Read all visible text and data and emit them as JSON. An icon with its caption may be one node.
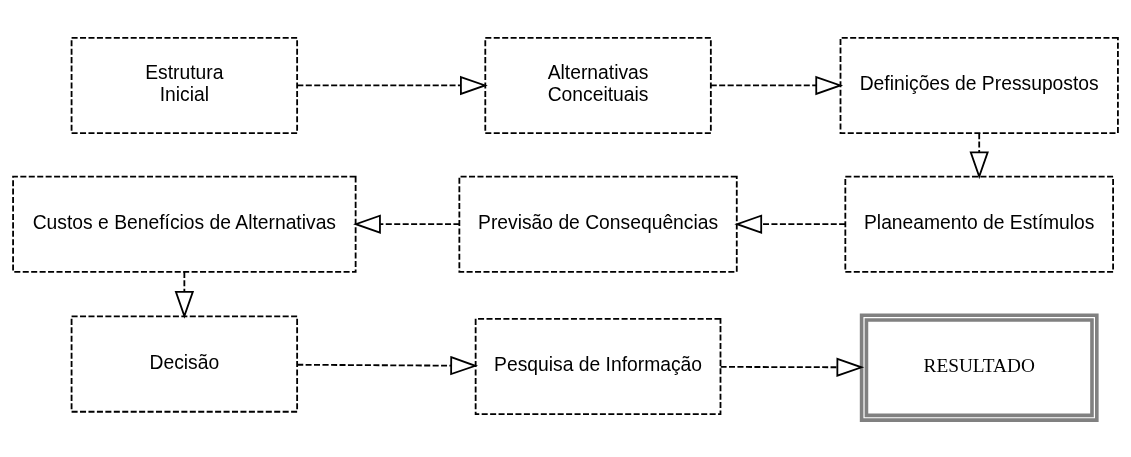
{
  "diagram": {
    "nodes": [
      {
        "text": [
          "Estrutura",
          "Inicial"
        ]
      },
      {
        "text": [
          "Alternativas",
          "Conceituais"
        ]
      },
      {
        "text": [
          "Definições de Pressupostos"
        ]
      },
      {
        "text": [
          "Custos e Benefícios de Alternativas"
        ]
      },
      {
        "text": [
          "Previsão de Consequências"
        ]
      },
      {
        "text": [
          "Planeamento de Estímulos"
        ]
      },
      {
        "text": [
          "Decisão"
        ]
      },
      {
        "text": [
          "Pesquisa de Informação"
        ]
      },
      {
        "text": [
          "RESULTADO"
        ]
      }
    ],
    "edges": [
      {
        "from": 0,
        "to": 1,
        "arrow": "to",
        "style": "dashed"
      },
      {
        "from": 1,
        "to": 2,
        "arrow": "to",
        "style": "dashed"
      },
      {
        "from": 2,
        "to": 5,
        "arrow": "to",
        "style": "dashed"
      },
      {
        "from": 5,
        "to": 4,
        "arrow": "to",
        "style": "dashed"
      },
      {
        "from": 4,
        "to": 3,
        "arrow": "to",
        "style": "dashed"
      },
      {
        "from": 3,
        "to": 6,
        "arrow": "to",
        "style": "dashed"
      },
      {
        "from": 6,
        "to": 7,
        "arrow": "to",
        "style": "dashed"
      },
      {
        "from": 7,
        "to": 8,
        "arrow": "to",
        "style": "dashed"
      }
    ]
  }
}
